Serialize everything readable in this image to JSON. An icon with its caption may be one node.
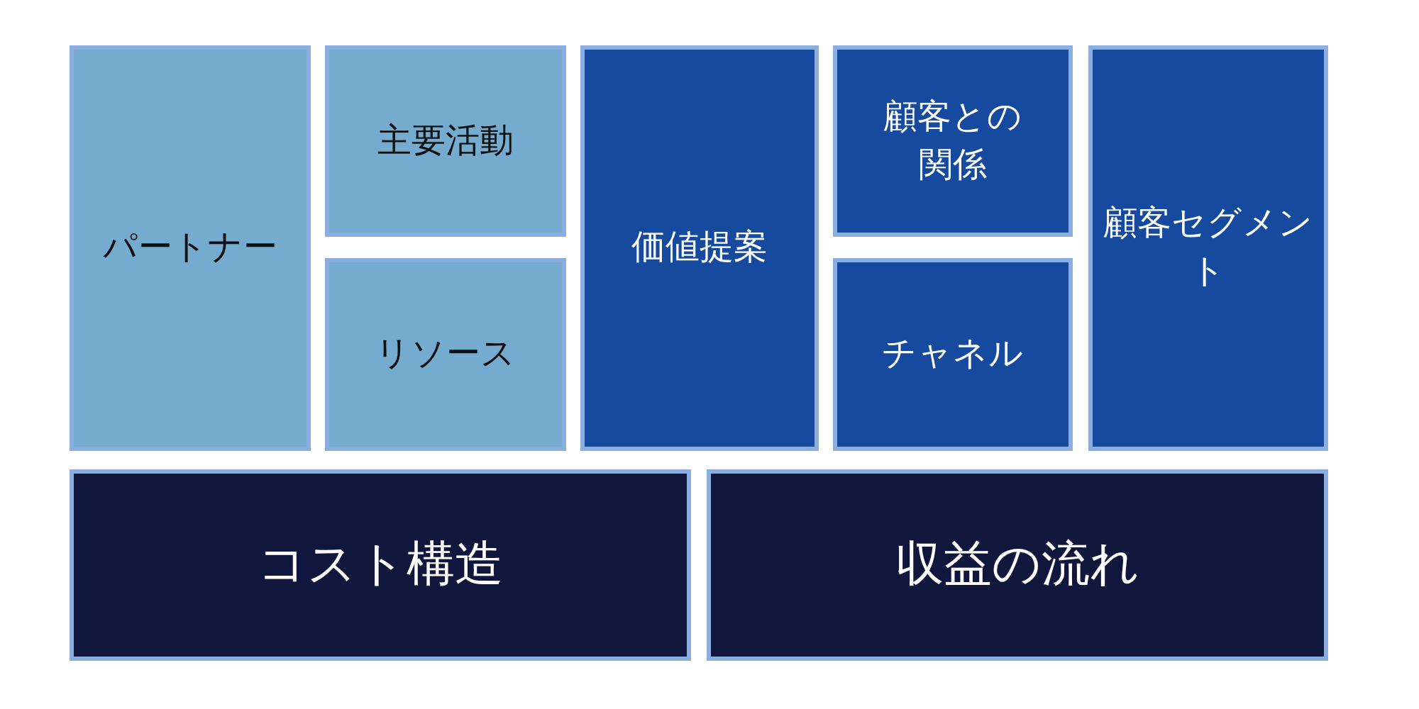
{
  "diagram": {
    "nodes": [
      {
        "text": [
          "パートナー"
        ]
      },
      {
        "text": [
          "主要活動"
        ]
      },
      {
        "text": [
          "リソース"
        ]
      },
      {
        "text": [
          "価値提案"
        ]
      },
      {
        "text": [
          "顧客との関係"
        ]
      },
      {
        "text": [
          "チャネル"
        ]
      },
      {
        "text": [
          "顧客セグメント"
        ]
      },
      {
        "text": [
          "コスト構造"
        ]
      },
      {
        "text": [
          "収益の流れ"
        ]
      }
    ]
  }
}
